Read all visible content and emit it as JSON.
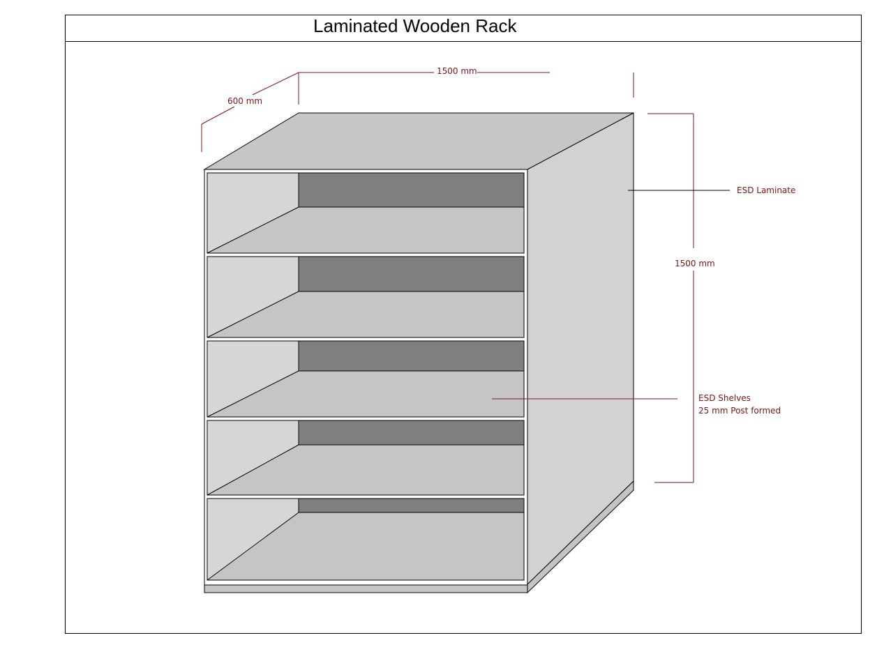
{
  "title": "Laminated Wooden Rack",
  "dimensions": {
    "width_label": "1500 mm",
    "depth_label": "600 mm",
    "height_label": "1500 mm"
  },
  "callouts": {
    "laminate": "ESD Laminate",
    "shelves_line1": "ESD Shelves",
    "shelves_line2": "25 mm Post formed"
  },
  "colors": {
    "annotation": "#7b1414",
    "top_surface": "#c6c6c6",
    "side_panel": "#d2d2d2",
    "back_panel": "#808080",
    "shelf_floor": "#c5c5c5",
    "inner_side": "#d6d6d6",
    "outline": "#000000"
  },
  "shelf_count": 5
}
